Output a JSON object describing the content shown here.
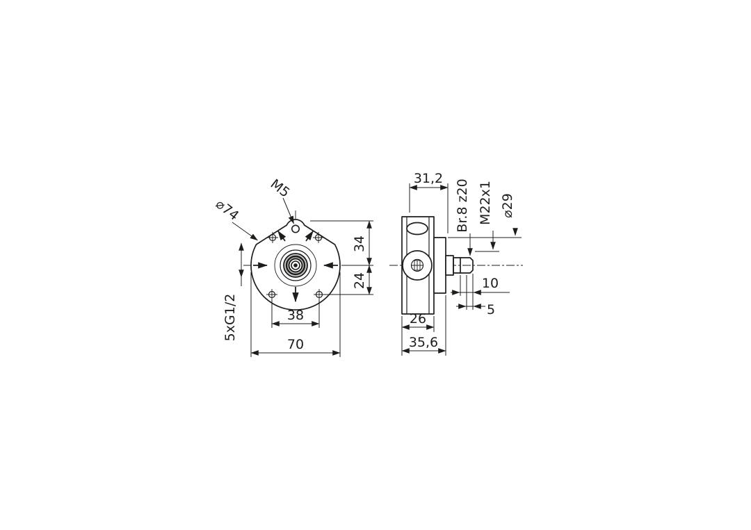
{
  "colors": {
    "ink": "#1d1d1b",
    "background": "#ffffff"
  },
  "front_view": {
    "thread_callout": "M5",
    "outer_diameter": "⌀74",
    "dim_top_to_center": "34",
    "dim_center_to_ports": "24",
    "dim_port_spacing": "38",
    "dim_overall_width": "70",
    "ports_callout": "5xG1/2"
  },
  "side_view": {
    "dim_depth_top": "31,2",
    "spline_callout": "Br.8 z20",
    "thread_callout": "M22x1",
    "shaft_diameter": "⌀29",
    "dim_shaft_length": "10",
    "dim_thread_end": "5",
    "dim_body_width": "26",
    "dim_overall_depth": "35,6"
  }
}
